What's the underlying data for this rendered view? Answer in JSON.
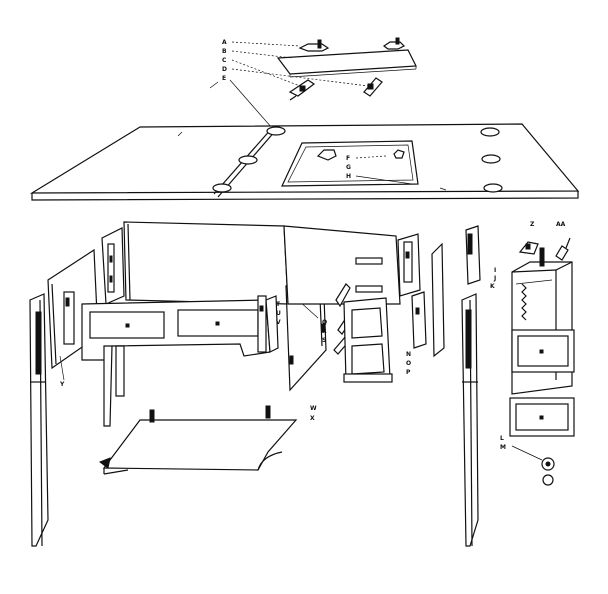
{
  "labels": {
    "A": "A",
    "B": "B",
    "C": "C",
    "D": "D",
    "E": "E",
    "F": "F",
    "G": "G",
    "H": "H",
    "I": "I",
    "J": "J",
    "K": "K",
    "L": "L",
    "M": "M",
    "N": "N",
    "O": "O",
    "P": "P",
    "Q": "Q",
    "R": "R",
    "S": "S",
    "T": "T",
    "U": "U",
    "V": "V",
    "W": "W",
    "X": "X",
    "Y": "Y",
    "Z": "Z",
    "AA": "AA"
  }
}
